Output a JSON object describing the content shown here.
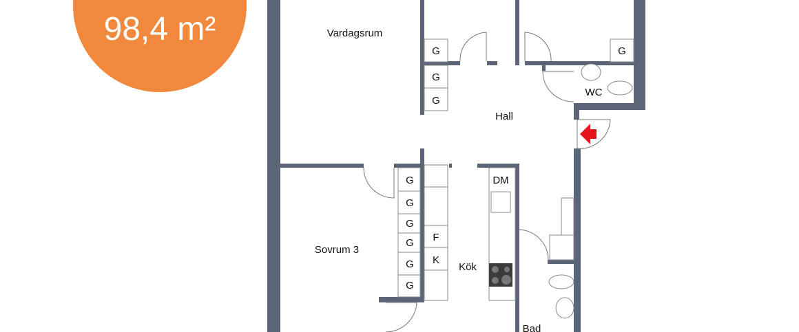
{
  "area_badge": {
    "text": "98,4 m²",
    "color": "#f0883d"
  },
  "rooms": {
    "vardagsrum": "Vardagsrum",
    "hall": "Hall",
    "wc": "WC",
    "sovrum3": "Sovrum 3",
    "kok": "Kök",
    "bad": "Bad"
  },
  "fixtures": {
    "wardrobe": "G",
    "dishwasher": "DM",
    "freezer": "F",
    "fridge": "K"
  },
  "colors": {
    "wall": "#5b6577",
    "entrance_arrow": "#e8141b"
  }
}
